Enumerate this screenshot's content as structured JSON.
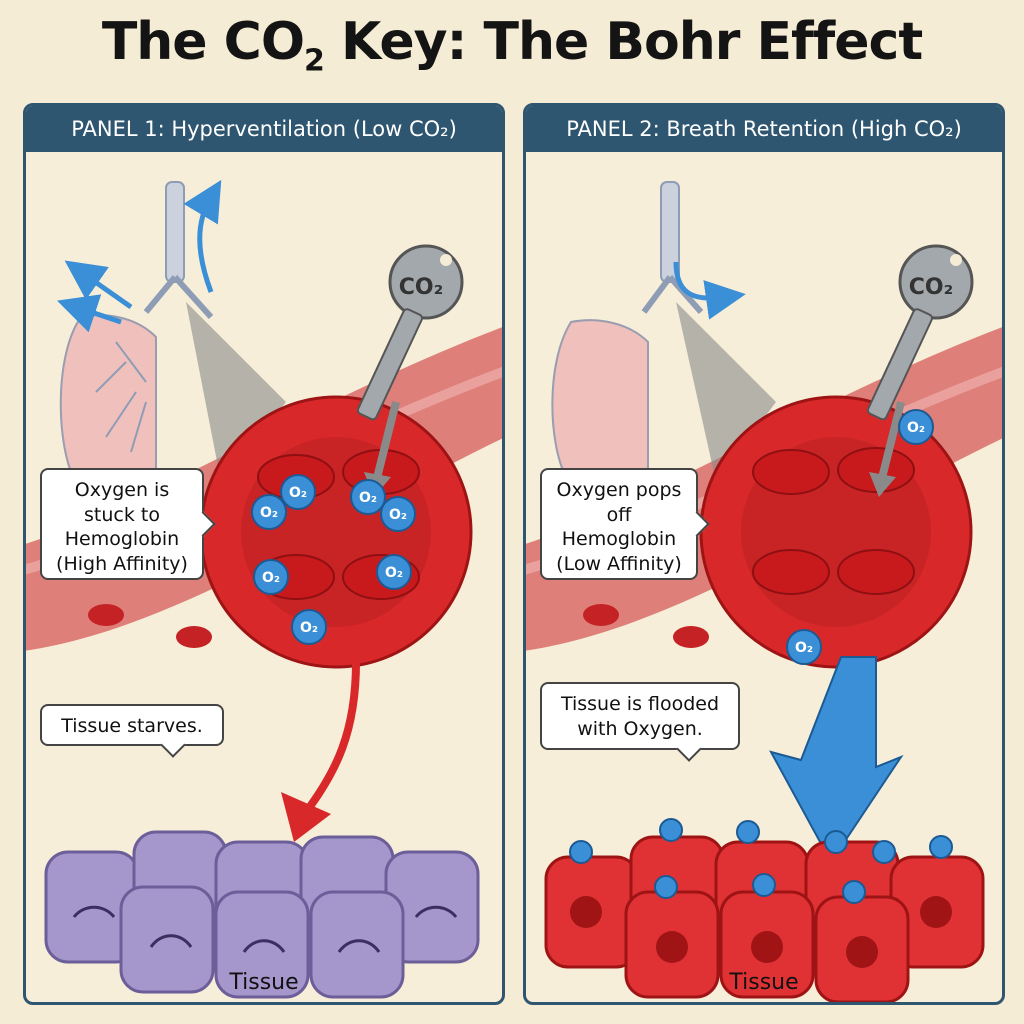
{
  "title": {
    "text": "The CO",
    "sub": "2",
    "rest": " Key: The Bohr Effect"
  },
  "panels": [
    {
      "header": "PANEL 1: Hyperventilation (Low CO₂)",
      "key_label": "CO₂",
      "callout_main": "Oxygen is stuck to Hemoglobin (High Affinity)",
      "callout_tissue": "Tissue starves.",
      "tissue_label": "Tissue",
      "o2_label": "O₂"
    },
    {
      "header": "PANEL 2: Breath Retention (High CO₂)",
      "key_label": "CO₂",
      "callout_main": "Oxygen pops off Hemoglobin (Low Affinity)",
      "callout_tissue": "Tissue is flooded with Oxygen.",
      "tissue_label": "Tissue",
      "o2_label": "O₂"
    }
  ],
  "colors": {
    "background": "#f4ecd4",
    "header": "#2f5670",
    "blood_red": "#d9282a",
    "o2_blue": "#3a8fd6",
    "starved_tissue": "#a596cc",
    "oxygenated_tissue": "#e03234"
  }
}
